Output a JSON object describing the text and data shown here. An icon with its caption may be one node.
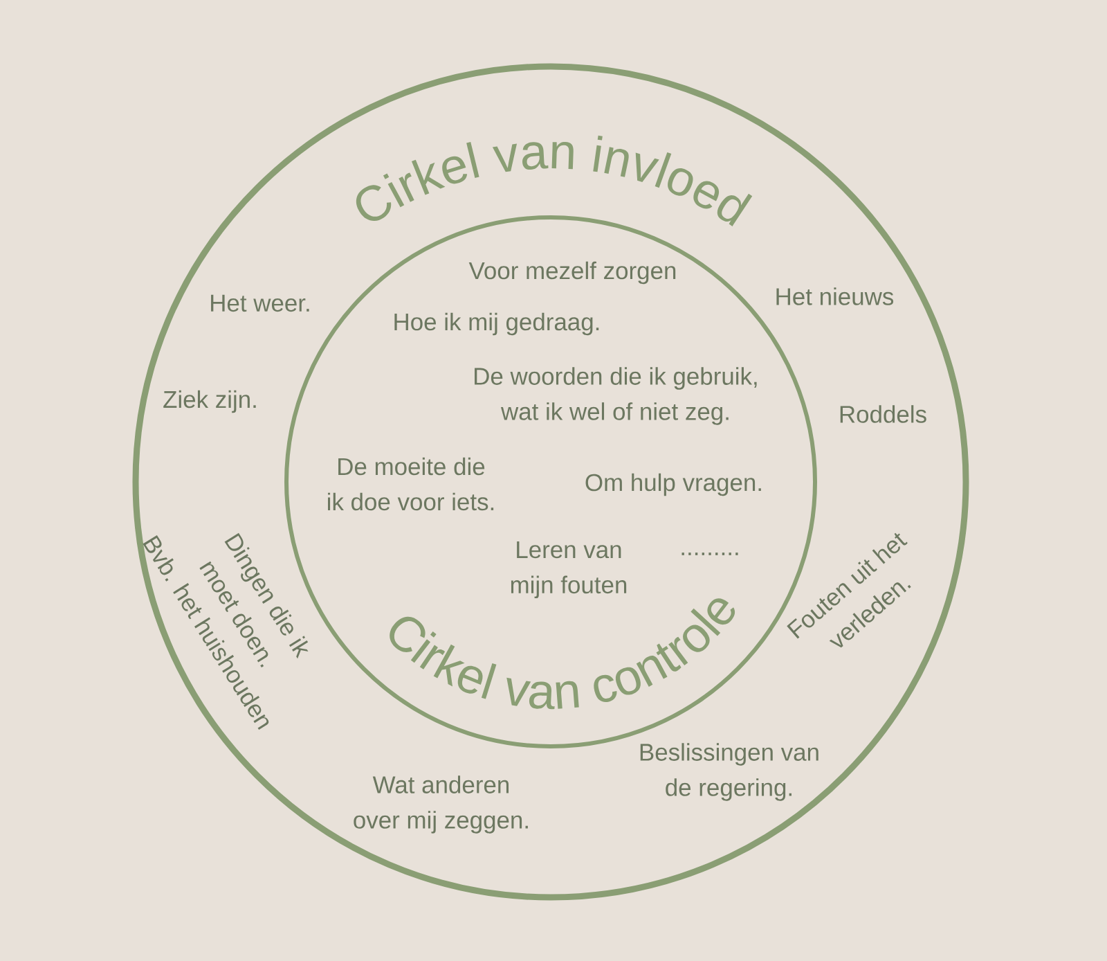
{
  "diagram": {
    "nodes": [
      {
        "text": [
          "Cirkel van invloed",
          "Het weer.",
          "Het nieuws",
          "Ziek zijn.",
          "Roddels",
          "Dingen die ik moet doen. Bvb. het huishouden",
          "Fouten uit het verleden.",
          "Wat anderen over mij zeggen.",
          "Beslissingen van de regering."
        ]
      },
      {
        "text": [
          "Cirkel van controle",
          "Voor mezelf zorgen",
          "Hoe ik mij gedraag.",
          "De woorden die ik gebruik, wat ik wel of niet zeg.",
          "De moeite die ik doe voor iets.",
          "Om hulp vragen.",
          "Leren van mijn fouten",
          "........."
        ],
        "in": 0
      }
    ]
  }
}
